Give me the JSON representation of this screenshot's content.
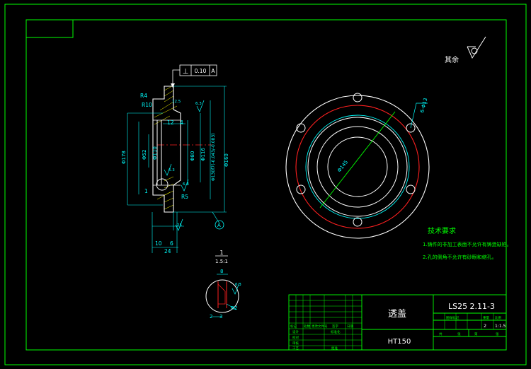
{
  "colors": {
    "background": "#000000",
    "frame": "#00ff00",
    "dimension": "#00ffff",
    "outline": "#ffffff",
    "centerline": "#ff2020",
    "hatch": "#ffff00",
    "note": "#ffff00"
  },
  "gdt": {
    "symbol": "⊥",
    "tolerance": "0.10",
    "datum": "A"
  },
  "roughness_note": "其余",
  "section_view": {
    "labels": {
      "r4": "R4",
      "r10": "R10",
      "d12": "12",
      "d4": "4",
      "d1": "1",
      "r5": "R5",
      "d10": "10",
      "d6": "6",
      "d24": "24",
      "datum": "A",
      "d178": "Φ178",
      "d52": "Φ52",
      "d110": "Φ110",
      "d80": "Φ80",
      "d116": "Φ116",
      "d130": "Φ130f7(-0.043/-0.083)",
      "d160": "Φ160",
      "ra1": "12.5",
      "ra2": "6.3",
      "ra3": "6.3",
      "ra4": "6.3",
      "ra5": "25"
    }
  },
  "plan_view": {
    "holes_label": "6-Φ13",
    "pcd_label": "Φ145"
  },
  "detail_view": {
    "id": "1",
    "scale": "1.5:1",
    "labels": {
      "d8": "8",
      "r2": "R2",
      "d2": "2",
      "d3": "3",
      "ra": "6.3"
    }
  },
  "tech_req": {
    "title": "技术要求",
    "items": [
      "1.铸件的非加工表面不允许有铸造缺陷。",
      "2.孔的倒角不允许有砂眼和缩孔。"
    ]
  },
  "title_block": {
    "part_name": "透盖",
    "material": "HT150",
    "drawing_no": "LS25 2.11-3",
    "qty": "2",
    "scale": "1:1.5",
    "hdr": [
      "标记",
      "处数",
      "更改文件号",
      "签字",
      "日期"
    ],
    "rows": [
      "设计",
      "校对",
      "审核",
      "工艺"
    ],
    "mid1": "标准化",
    "mid2": "批准",
    "right_hdr": [
      "图样标记",
      "重量",
      "比例"
    ],
    "sheet": [
      "共",
      "张",
      "第",
      "张"
    ]
  }
}
